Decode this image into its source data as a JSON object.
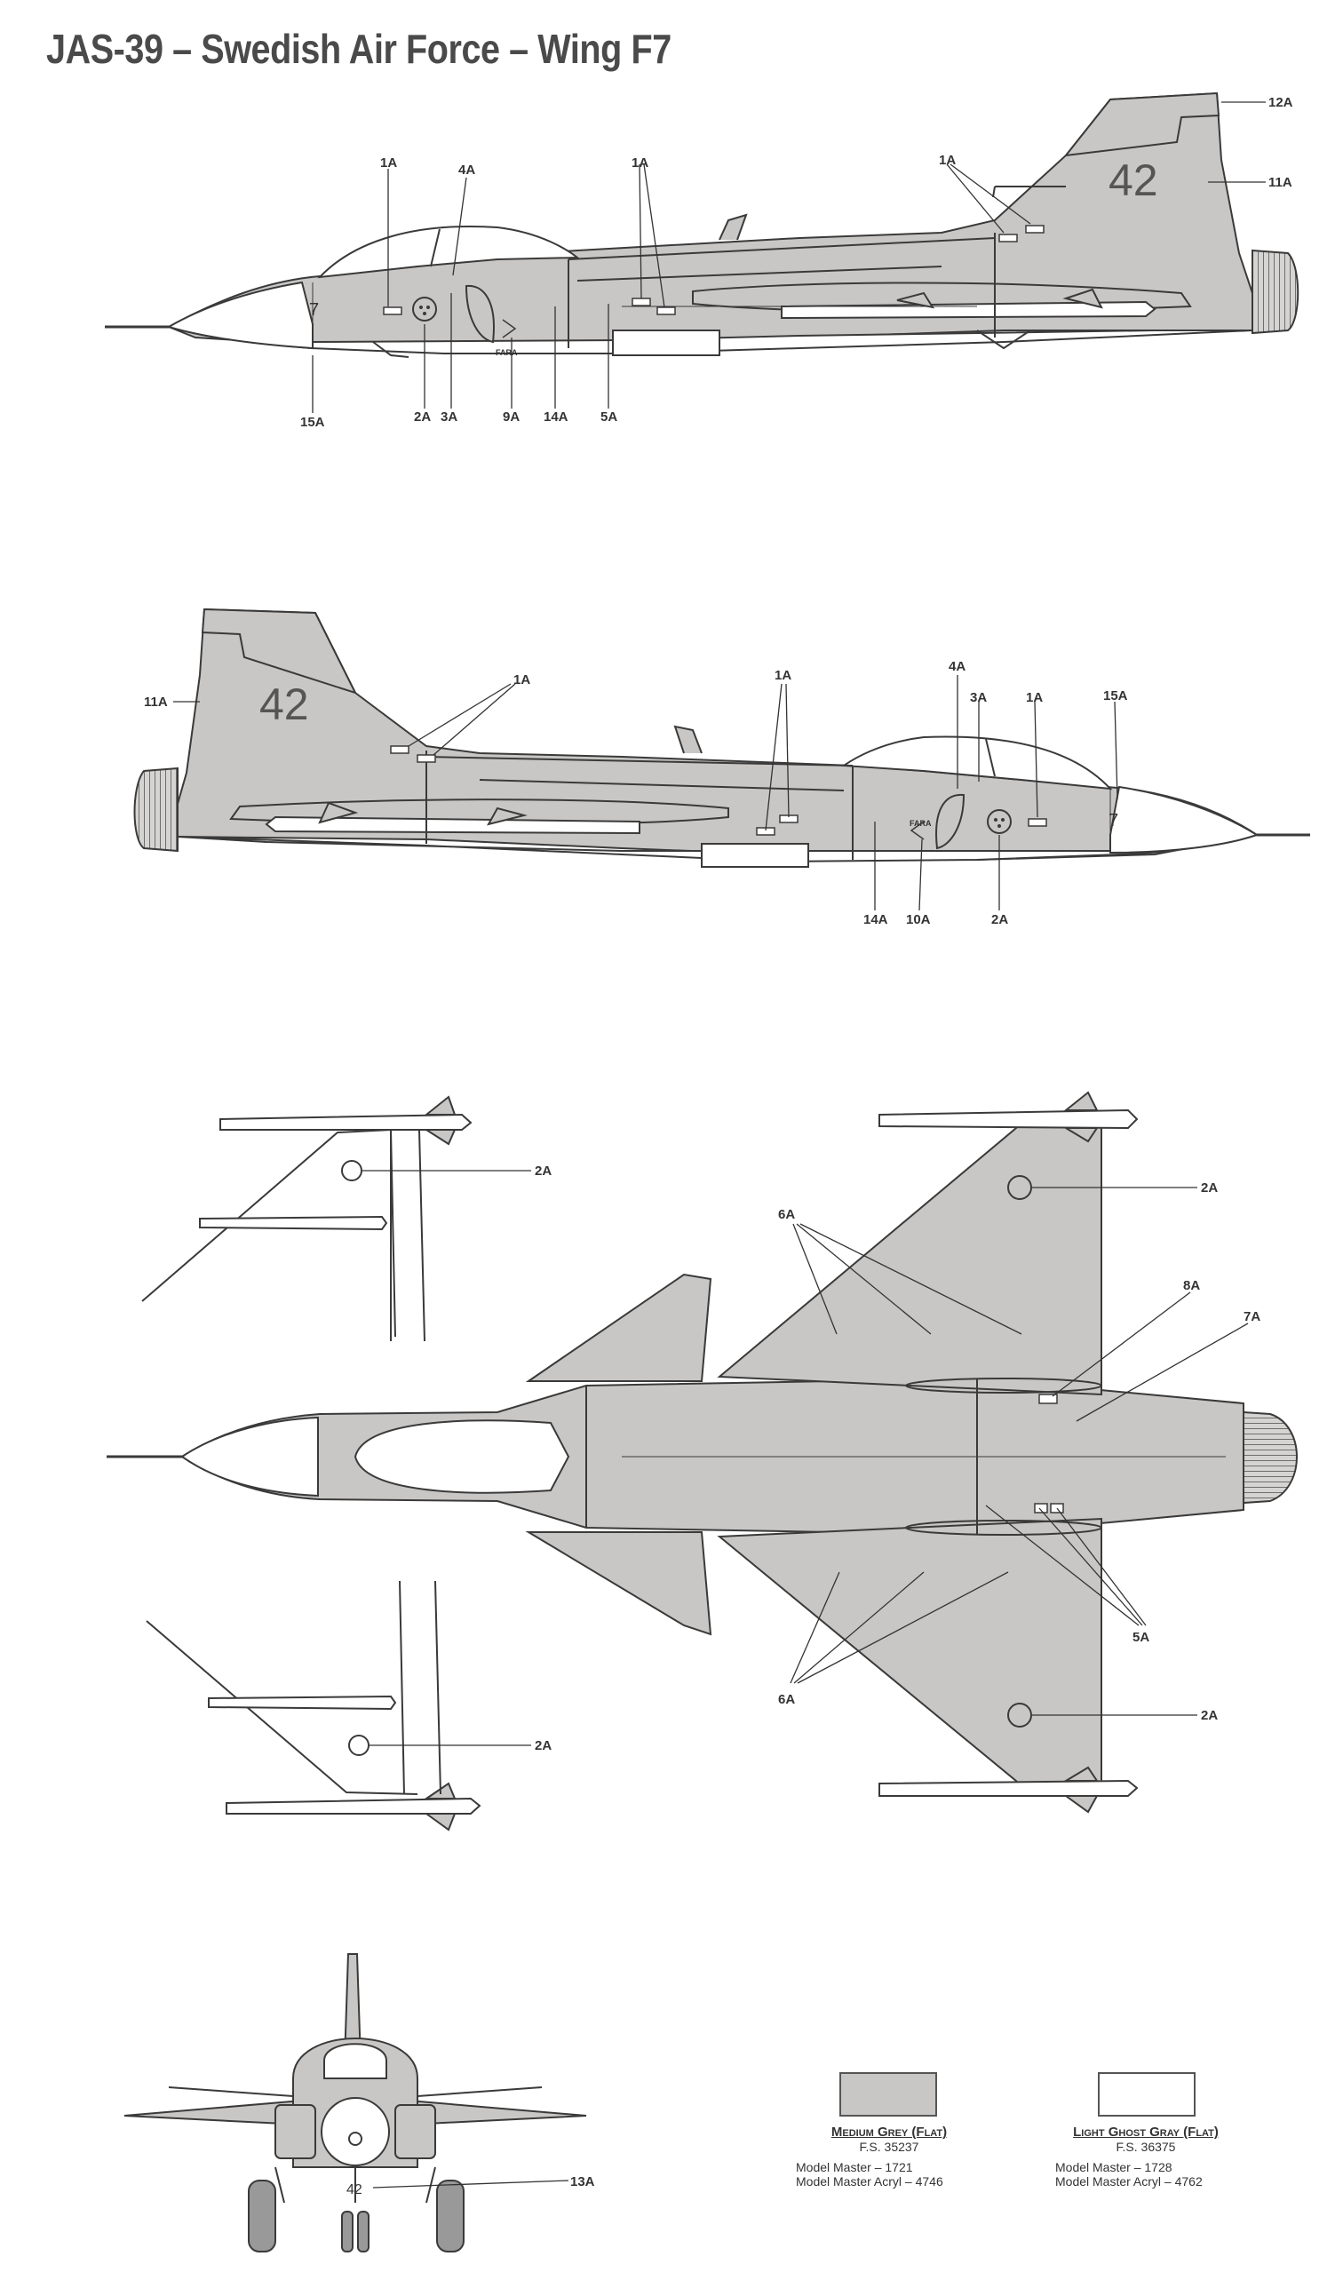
{
  "title": "JAS-39 – Swedish Air Force – Wing F7",
  "colors": {
    "medium_grey": "#c9c7c5",
    "light_ghost_gray": "#ffffff",
    "line": "#3a3a3a",
    "accent_line": "#a07bb0"
  },
  "markings": {
    "tail_number": "42",
    "nose_number": "7",
    "warning_text": "FARA",
    "front_number": "42"
  },
  "callouts": {
    "c1a": "1A",
    "c2a": "2A",
    "c3a": "3A",
    "c4a": "4A",
    "c5a": "5A",
    "c6a": "6A",
    "c7a": "7A",
    "c8a": "8A",
    "c9a": "9A",
    "c10a": "10A",
    "c11a": "11A",
    "c12a": "12A",
    "c13a": "13A",
    "c14a": "14A",
    "c15a": "15A"
  },
  "legend": [
    {
      "name": "Medium Grey (Flat)",
      "fs": "F.S. 35237",
      "model_master": "Model Master – 1721",
      "model_master_acryl": "Model Master Acryl – 4746",
      "color": "#c9c7c5"
    },
    {
      "name": "Light Ghost Gray (Flat)",
      "fs": "F.S. 36375",
      "model_master": "Model Master – 1728",
      "model_master_acryl": "Model Master Acryl – 4762",
      "color": "#ffffff"
    }
  ]
}
